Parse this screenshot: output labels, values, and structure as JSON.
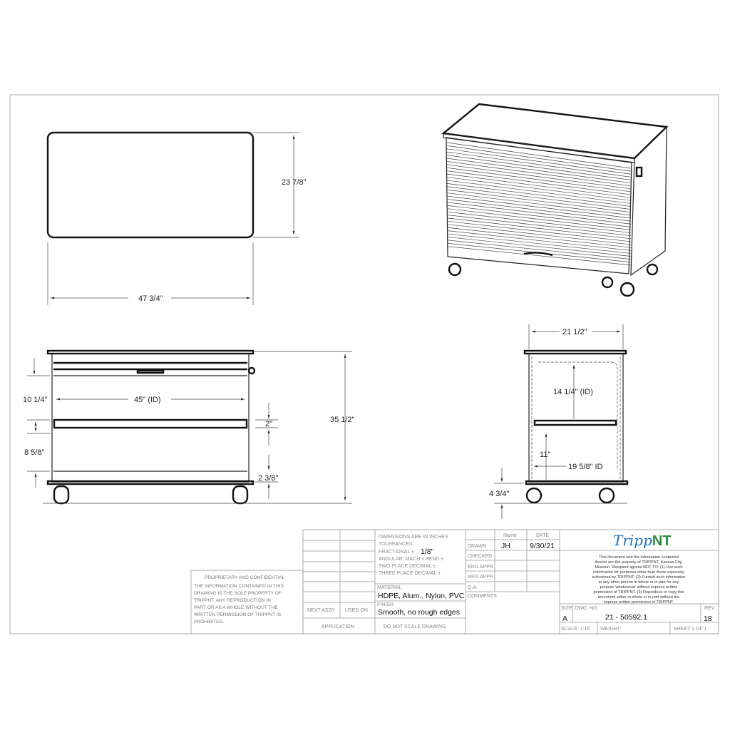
{
  "dimensions": {
    "top_depth": "23 7/8\"",
    "top_width": "47 3/4\"",
    "front_upper": "10 1/4\"",
    "front_inner_width": "45\" (ID)",
    "front_lower": "8 5/8\"",
    "front_shelf": "2\"",
    "front_base": "2 3/8\"",
    "front_height": "35 1/2\"",
    "side_width": "21 1/2\"",
    "side_inner_height": "14 1/4\" (ID)",
    "side_lower": "11\"",
    "side_inner_depth": "19 5/8\" ID",
    "side_caster": "4 3/4\""
  },
  "proprietary": {
    "title": "PROPRIETARY AND CONFIDENTIAL",
    "lines": [
      "THE INFORMATION CONTAINED IN THIS",
      "DRAWING IS THE SOLE PROPERTY OF",
      "TRIPPNT.  ANY REPRODUCTION IN",
      "PART OR AS A WHOLE WITHOUT THE",
      "WRITTEN PERMISSION OF TRIPPNT IS",
      "PROHIBITED."
    ]
  },
  "title_block": {
    "next_assy": "NEXT ASSY",
    "used_on": "USED ON",
    "application": "APPLICATION",
    "tolerances": [
      "DIMENSIONS ARE IN INCHES",
      "TOLERANCES:",
      "FRACTIONAL ±",
      "ANGULAR: MACH ±     BEND ±",
      "TWO PLACE DECIMAL     ±",
      "THREE PLACE DECIMAL   ±"
    ],
    "fractional_value": "1/8\"",
    "material_label": "MATERIAL",
    "material": "HDPE, Alum., Nylon, PVC",
    "finish_label": "FINISH",
    "finish": "Smooth, no rough edges",
    "do_not_scale": "DO  NOT  SCALE  DRAWING",
    "name_header": "Name",
    "date_header": "DATE",
    "drawn_label": "DRAWN",
    "drawn_name": "JH",
    "drawn_date": "9/30/21",
    "checked_label": "CHECKED",
    "eng_appr_label": "ENG APPR.",
    "mfg_appr_label": "MFG APPR.",
    "qa_label": "Q.A.",
    "comments_label": "COMMENTS:",
    "logo_text": "TrippNT",
    "legal": [
      "This document and the information contained",
      "therein are the property of TRIPPNT, Kansas City,",
      "Missouri. Recipient agrees NOT TO: (1) Use such",
      "information for purposes other than those expressly",
      "authorized by TRIPPNT. (2) Furnish such information",
      "to any other person in whole or in part for any",
      "purpose whatsoever without express  written",
      "permission of TRIPPNT. (3) Reproduce or copy this",
      "document either in whole or in part without the",
      "express written permission of TRIPPNT."
    ],
    "size_label": "SIZE",
    "size": "A",
    "dwg_no_label": "DWG.  NO.",
    "dwg_no": "21 - 50592.1",
    "rev_label": "REV.",
    "rev": "18",
    "scale_label": "SCALE: 1:16",
    "weight_label": "WEIGHT:",
    "sheet_label": "SHEET 1 OF 1"
  },
  "colors": {
    "logo_script": "#1a6fb5",
    "logo_nt": "#2e8b3a"
  }
}
